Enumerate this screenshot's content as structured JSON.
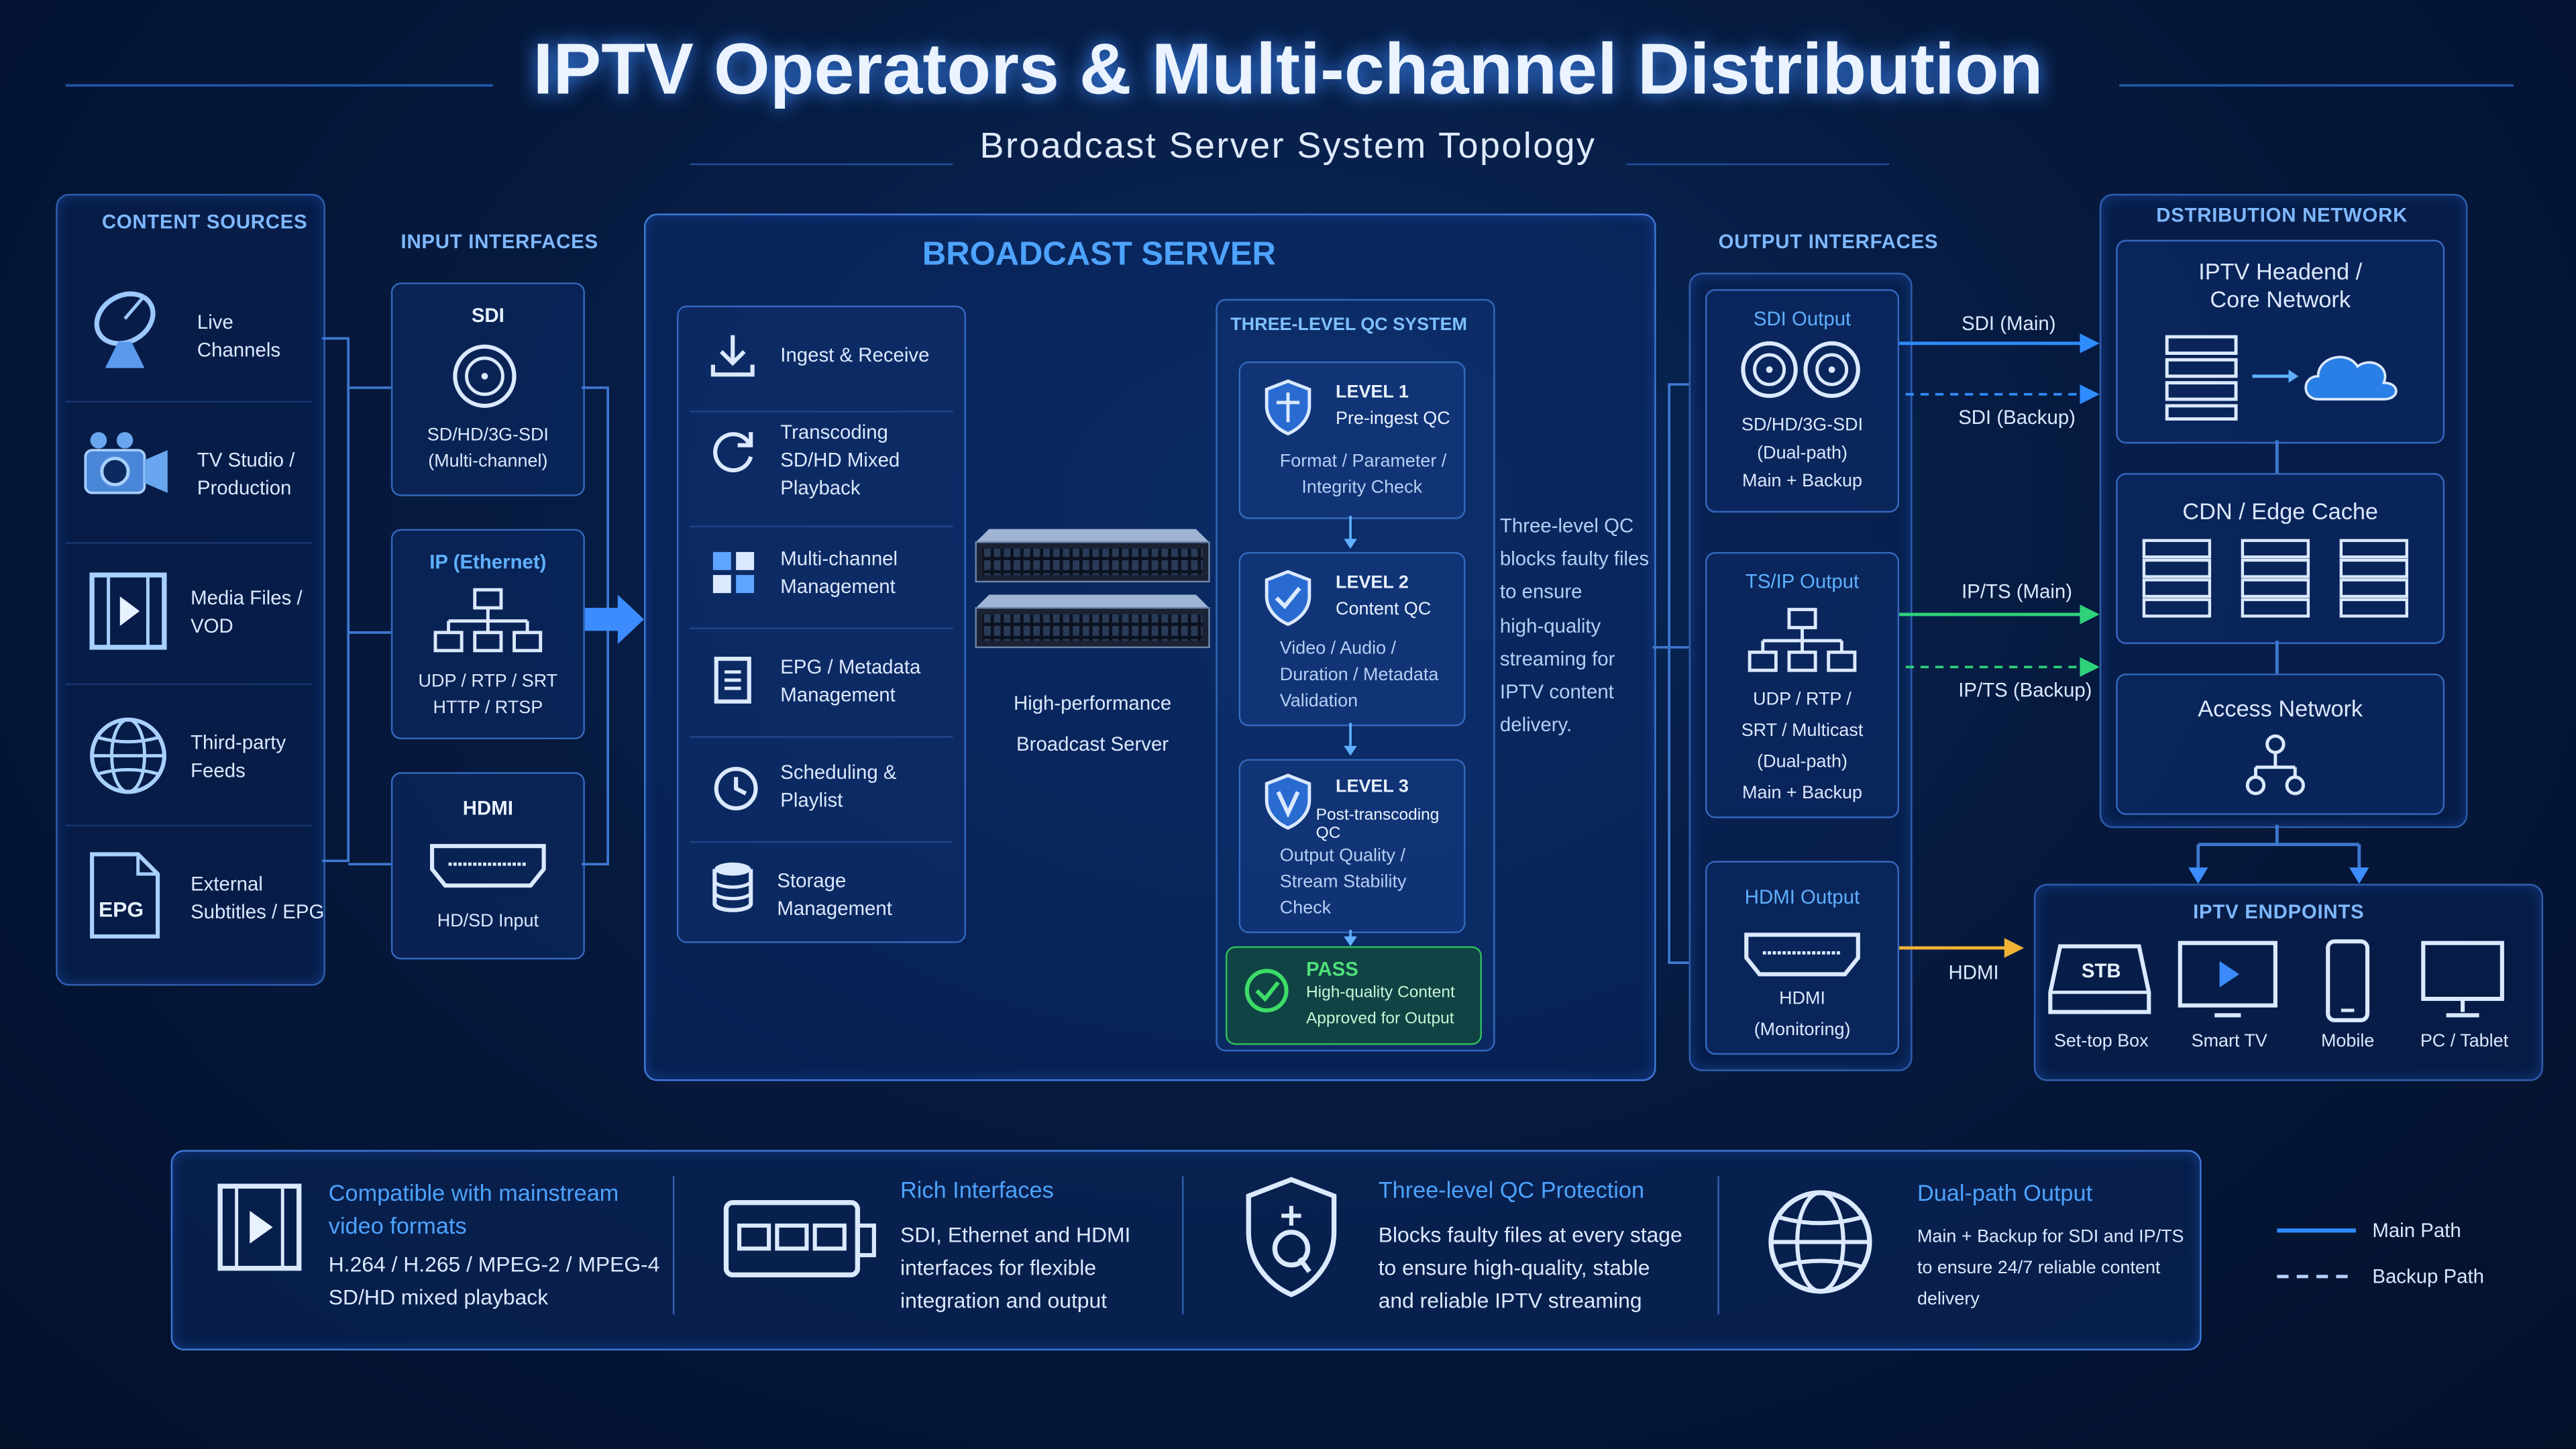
{
  "title": "IPTV Operators & Multi-channel Distribution",
  "subtitle": "Broadcast Server System Topology",
  "content_sources": {
    "header": "CONTENT SOURCES",
    "items": [
      {
        "label": "Live\nChannels",
        "icon": "satellite-dish-icon"
      },
      {
        "label": "TV Studio /\nProduction",
        "icon": "camera-icon"
      },
      {
        "label": "Media Files /\nVOD",
        "icon": "film-icon"
      },
      {
        "label": "Third-party\nFeeds",
        "icon": "globe-icon"
      },
      {
        "label": "External\nSubtitles / EPG",
        "icon": "epg-file-icon",
        "badge": "EPG"
      }
    ]
  },
  "input_interfaces": {
    "header": "INPUT INTERFACES",
    "items": [
      {
        "title": "SDI",
        "desc": "SD/HD/3G-SDI\n(Multi-channel)",
        "icon": "sdi-connector-icon"
      },
      {
        "title": "IP (Ethernet)",
        "desc": "UDP / RTP / SRT\nHTTP / RTSP",
        "icon": "network-tree-icon"
      },
      {
        "title": "HDMI",
        "desc": "HD/SD Input",
        "icon": "hdmi-port-icon"
      }
    ]
  },
  "broadcast_server": {
    "header": "BROADCAST SERVER",
    "modules": [
      {
        "label": "Ingest & Receive",
        "icon": "download-icon"
      },
      {
        "label": "Transcoding\nSD/HD Mixed\nPlayback",
        "icon": "refresh-icon"
      },
      {
        "label": "Multi-channel\nManagement",
        "icon": "grid-icon"
      },
      {
        "label": "EPG / Metadata\nManagement",
        "icon": "document-icon"
      },
      {
        "label": "Scheduling &\nPlaylist",
        "icon": "clock-icon"
      },
      {
        "label": "Storage Management",
        "icon": "database-icon"
      }
    ],
    "server_caption": "High-performance\nBroadcast Server",
    "qc": {
      "header": "THREE-LEVEL QC SYSTEM",
      "levels": [
        {
          "level": "LEVEL 1",
          "name": "Pre-ingest QC",
          "desc": "Format / Parameter /\nIntegrity Check"
        },
        {
          "level": "LEVEL 2",
          "name": "Content QC",
          "desc": "Video / Audio /\nDuration / Metadata\nValidation"
        },
        {
          "level": "LEVEL 3",
          "name": "Post-transcoding QC",
          "desc": "Output Quality /\nStream Stability\nCheck"
        }
      ],
      "pass": {
        "title": "PASS",
        "desc": "High-quality Content\nApproved for Output"
      },
      "note": "Three-level QC\nblocks faulty files\nto ensure\nhigh-quality\nstreaming for\nIPTV content\ndelivery."
    }
  },
  "output_interfaces": {
    "header": "OUTPUT INTERFACES",
    "items": [
      {
        "title": "SDI Output",
        "desc": "SD/HD/3G-SDI\n(Dual-path)\nMain + Backup",
        "icon": "dual-sdi-connector-icon"
      },
      {
        "title": "TS/IP Output",
        "desc": "UDP / RTP /\nSRT / Multicast\n(Dual-path)\nMain + Backup",
        "icon": "network-tree-icon"
      },
      {
        "title": "HDMI Output",
        "desc": "HDMI\n(Monitoring)",
        "icon": "hdmi-port-icon"
      }
    ]
  },
  "links": {
    "sdi_main": "SDI (Main)",
    "sdi_backup": "SDI (Backup)",
    "ip_main": "IP/TS (Main)",
    "ip_backup": "IP/TS (Backup)",
    "hdmi": "HDMI"
  },
  "distribution": {
    "header": "DSTRIBUTION NETWORK",
    "headend": "IPTV Headend /\nCore Network",
    "cdn": "CDN / Edge Cache",
    "access": "Access Network"
  },
  "endpoints": {
    "header": "IPTV ENDPOINTS",
    "items": [
      {
        "label": "Set-top Box",
        "icon": "set-top-box-icon",
        "badge": "STB"
      },
      {
        "label": "Smart TV",
        "icon": "smart-tv-icon"
      },
      {
        "label": "Mobile",
        "icon": "mobile-phone-icon"
      },
      {
        "label": "PC / Tablet",
        "icon": "monitor-icon"
      }
    ]
  },
  "features": [
    {
      "title": "Compatible with mainstream\nvideo formats",
      "desc": "H.264 / H.265 / MPEG-2 / MPEG-4\nSD/HD mixed playback",
      "icon": "film-strip-icon"
    },
    {
      "title": "Rich Interfaces",
      "desc": "SDI, Ethernet and HDMI\ninterfaces for flexible\nintegration and output",
      "icon": "ports-icon"
    },
    {
      "title": "Three-level QC Protection",
      "desc": "Blocks faulty files at every stage\nto ensure high-quality, stable\nand reliable IPTV streaming",
      "icon": "shield-q-icon"
    },
    {
      "title": "Dual-path Output",
      "desc": "Main + Backup for SDI and IP/TS\nto ensure 24/7 reliable content\ndelivery",
      "icon": "globe-icon"
    }
  ],
  "legend": {
    "main": "Main Path",
    "backup": "Backup Path"
  },
  "colors": {
    "accent": "#4da3ff",
    "main_path": "#2f8cff",
    "ip_path": "#2fd27a",
    "hdmi_path": "#f2b233",
    "pass": "#3ddc68"
  }
}
